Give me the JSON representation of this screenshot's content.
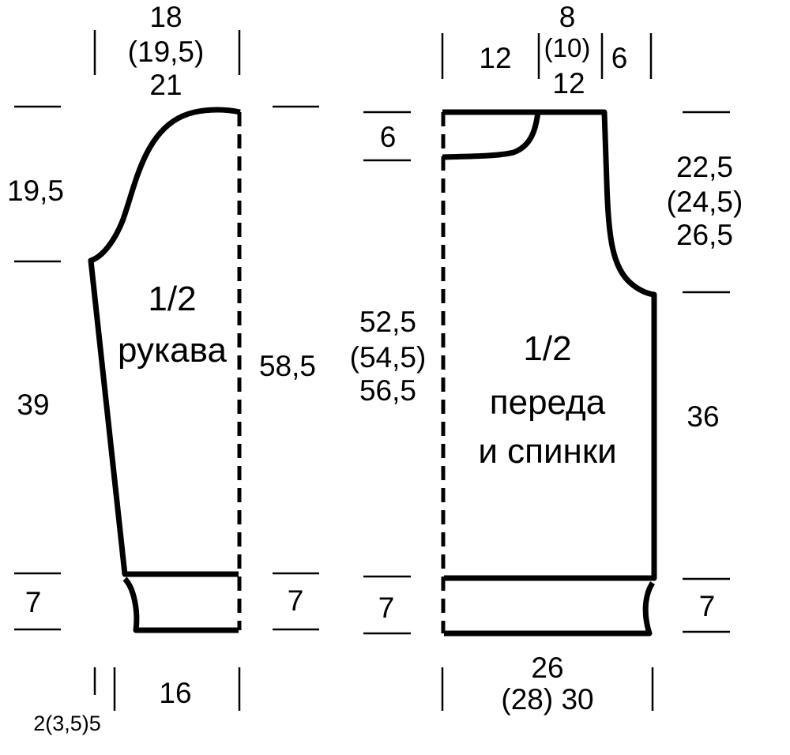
{
  "sleeve": {
    "title_line1": "1/2",
    "title_line2": "рукава",
    "top_width_line1": "18",
    "top_width_line2": "(19,5)",
    "top_width_line3": "21",
    "cap_height": "19,5",
    "length": "39",
    "full_length": "58,5",
    "cuff_left": "7",
    "cuff_right": "7",
    "bottom_offset": "2(3,5)5",
    "bottom_width": "16"
  },
  "body": {
    "title_line1": "1/2",
    "title_line2": "переда",
    "title_line3": "и спинки",
    "neck_width_line1": "8",
    "neck_width_line2": "(10)",
    "neck_width_line3": "12",
    "shoulder_left": "12",
    "shoulder_right": "6",
    "neck_depth": "6",
    "full_length_line1": "52,5",
    "full_length_line2": "(54,5)",
    "full_length_line3": "56,5",
    "armhole_line1": "22,5",
    "armhole_line2": "(24,5)",
    "armhole_line3": "26,5",
    "side_length": "36",
    "band_left": "7",
    "band_right": "7",
    "bottom_width_line1": "26",
    "bottom_width_line2": "(28)  30"
  }
}
